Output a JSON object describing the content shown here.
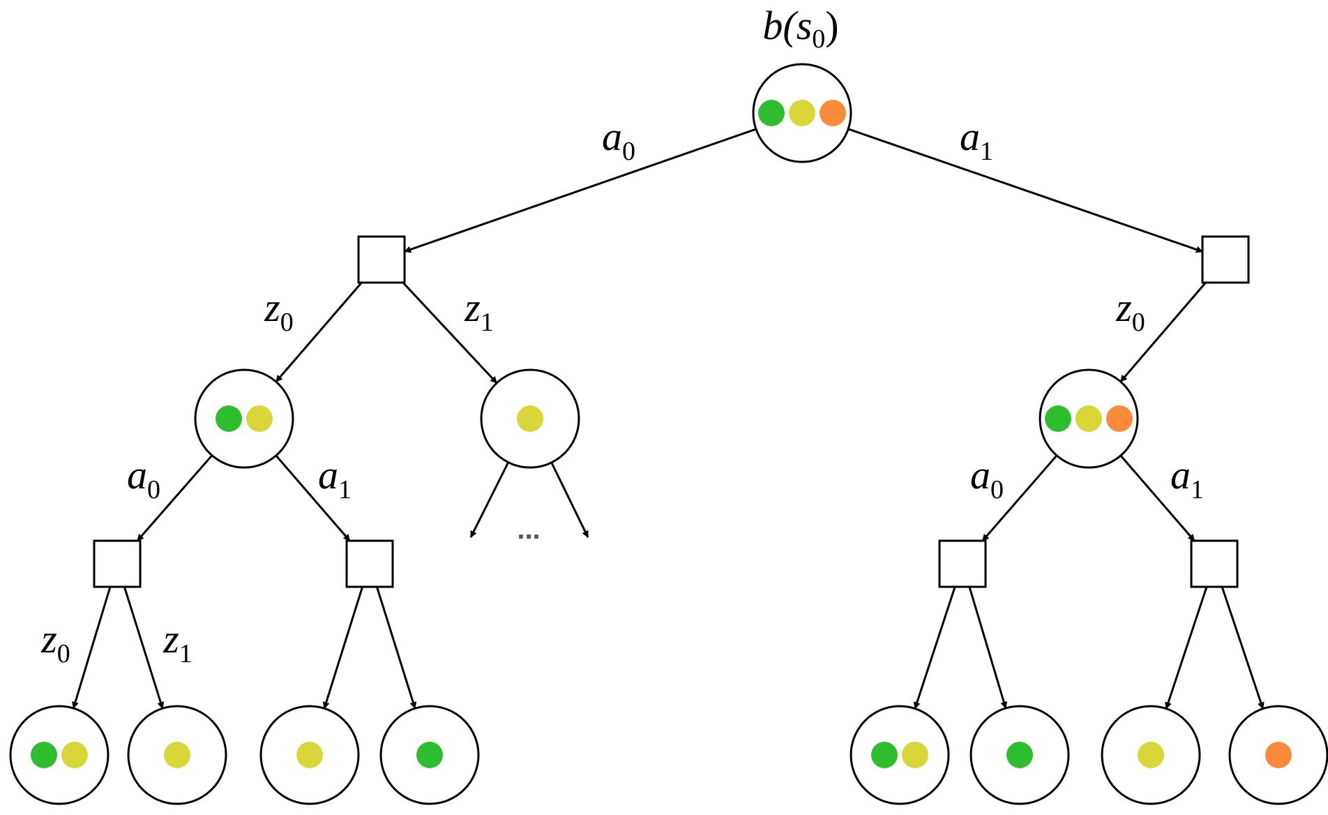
{
  "colors": {
    "green": "#2ebd2e",
    "yellow": "#d9d63a",
    "orange": "#fb8a3a",
    "ellipsis": "#555555"
  },
  "root_label": {
    "base": "b(s",
    "sub": "0",
    "close": ")"
  },
  "ellipsis": "...",
  "belief_nodes": [
    {
      "id": "root",
      "dots": [
        "green",
        "yellow",
        "orange"
      ]
    },
    {
      "id": "L-z0",
      "dots": [
        "green",
        "yellow"
      ]
    },
    {
      "id": "L-z1",
      "dots": [
        "yellow"
      ]
    },
    {
      "id": "R-z0",
      "dots": [
        "green",
        "yellow",
        "orange"
      ]
    },
    {
      "id": "L-a0-z0",
      "dots": [
        "green",
        "yellow"
      ]
    },
    {
      "id": "L-a0-z1",
      "dots": [
        "yellow"
      ]
    },
    {
      "id": "L-a1-z0",
      "dots": [
        "yellow"
      ]
    },
    {
      "id": "L-a1-z1",
      "dots": [
        "green"
      ]
    },
    {
      "id": "R-a0-z0",
      "dots": [
        "green",
        "yellow"
      ]
    },
    {
      "id": "R-a0-z1",
      "dots": [
        "green"
      ]
    },
    {
      "id": "R-a1-z0",
      "dots": [
        "yellow"
      ]
    },
    {
      "id": "R-a1-z1",
      "dots": [
        "orange"
      ]
    }
  ],
  "action_nodes": [
    {
      "id": "A-a0"
    },
    {
      "id": "A-a1"
    },
    {
      "id": "A-L-a0"
    },
    {
      "id": "A-L-a1"
    },
    {
      "id": "A-R-a0"
    },
    {
      "id": "A-R-a1"
    }
  ],
  "edges": [
    {
      "from": "root",
      "to": "A-a0",
      "base": "a",
      "sub": "0"
    },
    {
      "from": "root",
      "to": "A-a1",
      "base": "a",
      "sub": "1"
    },
    {
      "from": "A-a0",
      "to": "L-z0",
      "base": "z",
      "sub": "0"
    },
    {
      "from": "A-a0",
      "to": "L-z1",
      "base": "z",
      "sub": "1"
    },
    {
      "from": "A-a1",
      "to": "R-z0",
      "base": "z",
      "sub": "0"
    },
    {
      "from": "L-z0",
      "to": "A-L-a0",
      "base": "a",
      "sub": "0"
    },
    {
      "from": "L-z0",
      "to": "A-L-a1",
      "base": "a",
      "sub": "1"
    },
    {
      "from": "R-z0",
      "to": "A-R-a0",
      "base": "a",
      "sub": "0"
    },
    {
      "from": "R-z0",
      "to": "A-R-a1",
      "base": "a",
      "sub": "1"
    },
    {
      "from": "A-L-a0",
      "to": "L-a0-z0",
      "base": "z",
      "sub": "0"
    },
    {
      "from": "A-L-a0",
      "to": "L-a0-z1",
      "base": "z",
      "sub": "1"
    },
    {
      "from": "A-L-a1",
      "to": "L-a1-z0"
    },
    {
      "from": "A-L-a1",
      "to": "L-a1-z1"
    },
    {
      "from": "A-R-a0",
      "to": "R-a0-z0"
    },
    {
      "from": "A-R-a0",
      "to": "R-a0-z1"
    },
    {
      "from": "A-R-a1",
      "to": "R-a1-z0"
    },
    {
      "from": "A-R-a1",
      "to": "R-a1-z1"
    },
    {
      "from": "L-z1",
      "to": "stub-left"
    },
    {
      "from": "L-z1",
      "to": "stub-right"
    }
  ]
}
